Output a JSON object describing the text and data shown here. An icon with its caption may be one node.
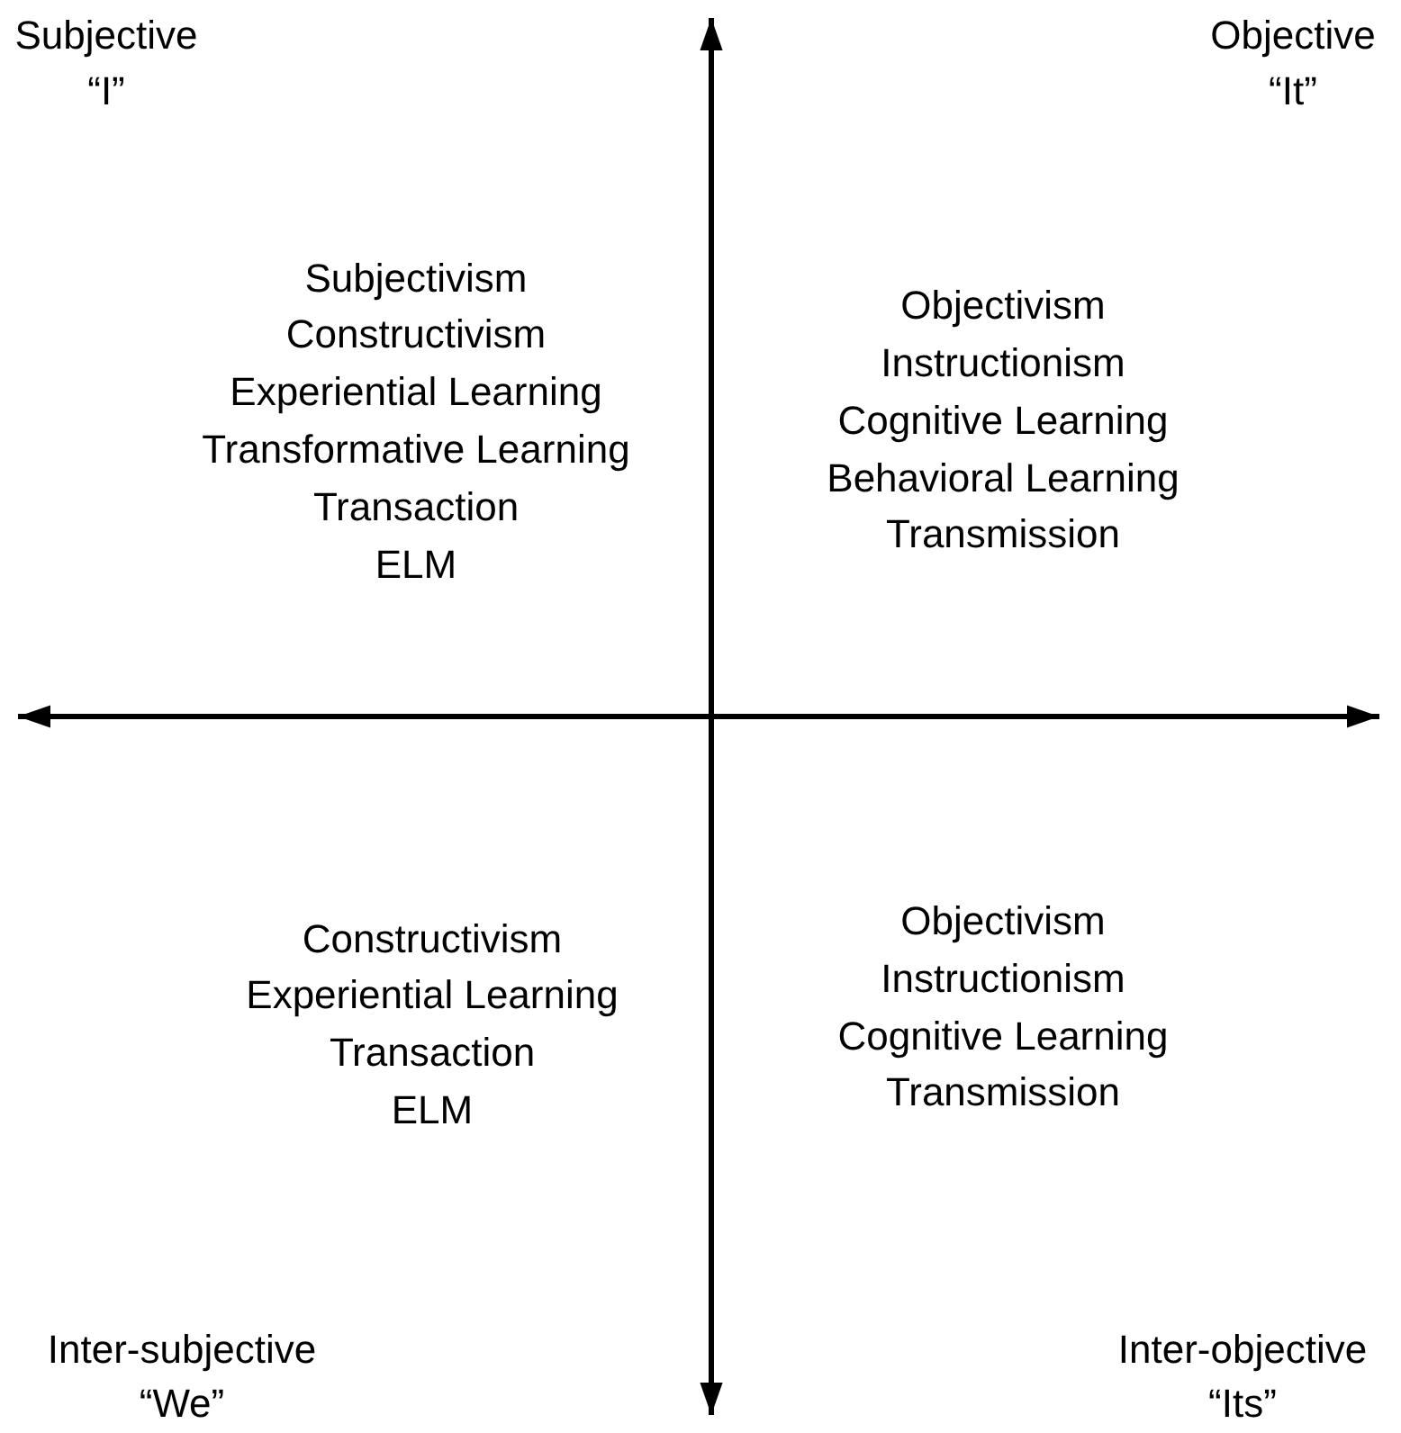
{
  "diagram": {
    "labels": [
      "Subjective",
      "Objective",
      "“I”",
      "“It”",
      "Subjectivism",
      "Constructivism",
      "Experiential Learning",
      "Transformative Learning",
      "Transaction",
      "ELM",
      "Objectivism",
      "Instructionism",
      "Cognitive Learning",
      "Behavioral Learning",
      "Transmission",
      "Constructivism",
      "Experiential Learning",
      "Transaction",
      "ELM",
      "Objectivism",
      "Instructionism",
      "Cognitive Learning",
      "Transmission",
      "Inter-subjective",
      "Inter-objective",
      "“We”",
      "“Its”"
    ]
  }
}
